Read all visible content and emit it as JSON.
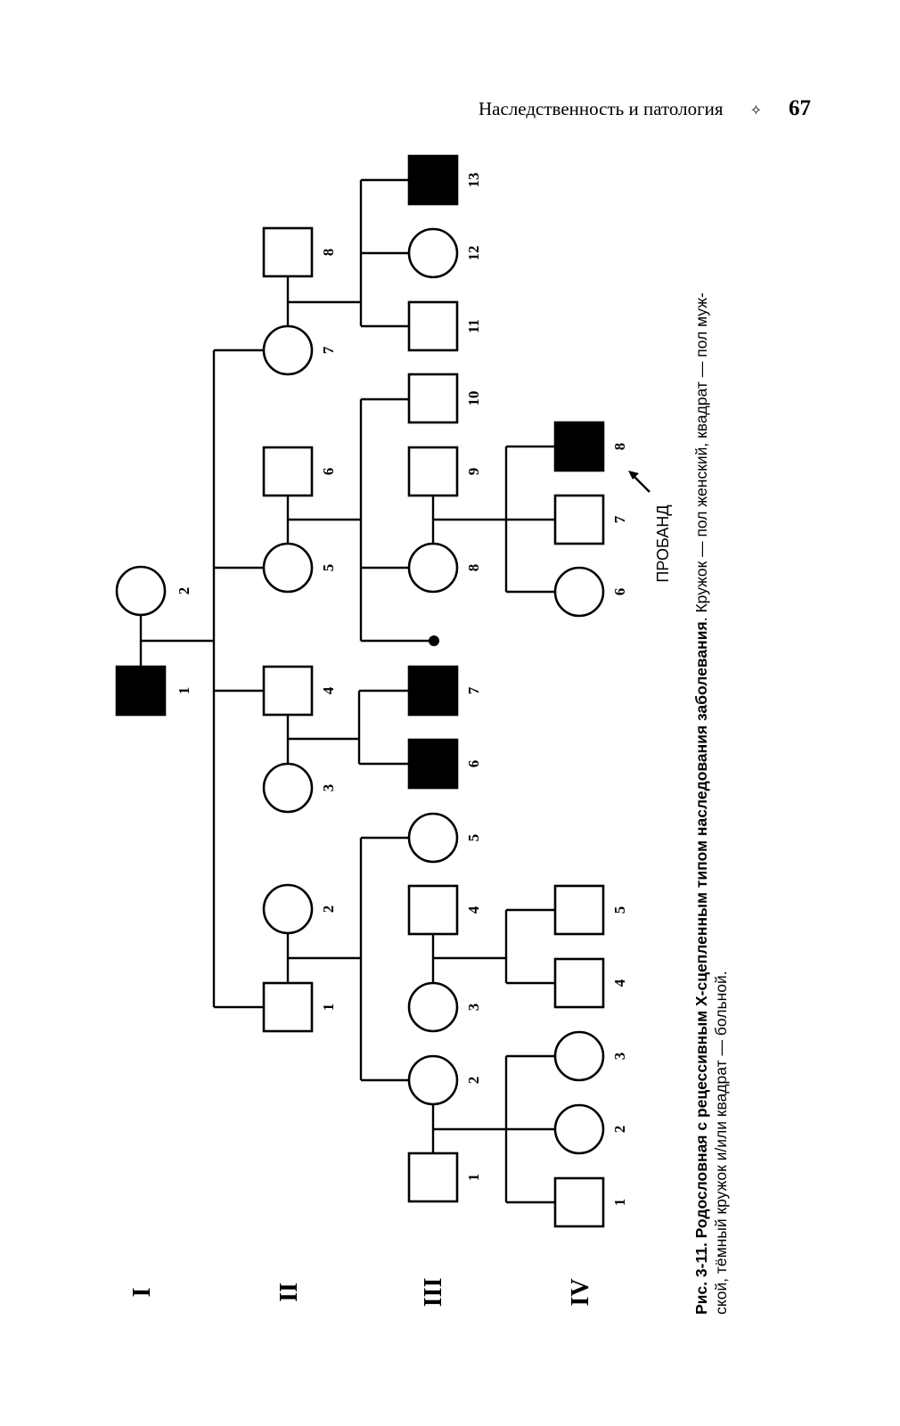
{
  "header": {
    "running_title": "Наследственность и патология",
    "mark": "✧",
    "page_number": "67"
  },
  "pedigree": {
    "generations": [
      "I",
      "II",
      "III",
      "IV"
    ],
    "labels": {
      "I1": "1",
      "I2": "2",
      "II1": "1",
      "II2": "2",
      "II3": "3",
      "II4": "4",
      "II5": "5",
      "II6": "6",
      "II7": "7",
      "II8": "8",
      "III1": "1",
      "III2": "2",
      "III3": "3",
      "III4": "4",
      "III5": "5",
      "III6": "6",
      "III7": "7",
      "III8": "8",
      "III9": "9",
      "III10": "10",
      "III11": "11",
      "III12": "12",
      "III13": "13",
      "IV1": "1",
      "IV2": "2",
      "IV3": "3",
      "IV4": "4",
      "IV5": "5",
      "IV6": "6",
      "IV7": "7",
      "IV8": "8"
    },
    "proband_label": "ПРОБАНД"
  },
  "caption": {
    "bold": "Рис. 3-11. Родословная с рецессивным Х-сцепленным типом наследования заболевания",
    "line1_rest": ". Кружок — пол женский, квадрат — пол муж-",
    "line2": "ской, тёмный кружок и/или квадрат — больной."
  }
}
